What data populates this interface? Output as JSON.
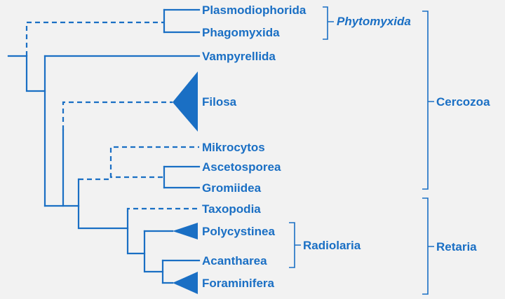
{
  "colors": {
    "background": "#f2f2f2",
    "tree": "#1a6fc4"
  },
  "taxa": [
    {
      "label": "Plasmodiophorida",
      "clade": "collapsed-none"
    },
    {
      "label": "Phagomyxida",
      "clade": "collapsed-none"
    },
    {
      "label": "Vampyrellida",
      "clade": "collapsed-none"
    },
    {
      "label": "Filosa",
      "clade": "collapsed-triangle"
    },
    {
      "label": "Mikrocytos",
      "clade": "collapsed-none"
    },
    {
      "label": "Ascetosporea",
      "clade": "collapsed-none"
    },
    {
      "label": "Gromiidea",
      "clade": "collapsed-none"
    },
    {
      "label": "Taxopodia",
      "clade": "collapsed-none"
    },
    {
      "label": "Polycystinea",
      "clade": "collapsed-triangle"
    },
    {
      "label": "Acantharea",
      "clade": "collapsed-none"
    },
    {
      "label": "Foraminifera",
      "clade": "collapsed-triangle"
    }
  ],
  "groups": {
    "phytomyxida": "Phytomyxida",
    "radiolaria": "Radiolaria",
    "cercozoa": "Cercozoa",
    "retaria": "Retaria"
  },
  "line_styles": {
    "solid": "solid branch",
    "dashed": "uncertain placement"
  }
}
